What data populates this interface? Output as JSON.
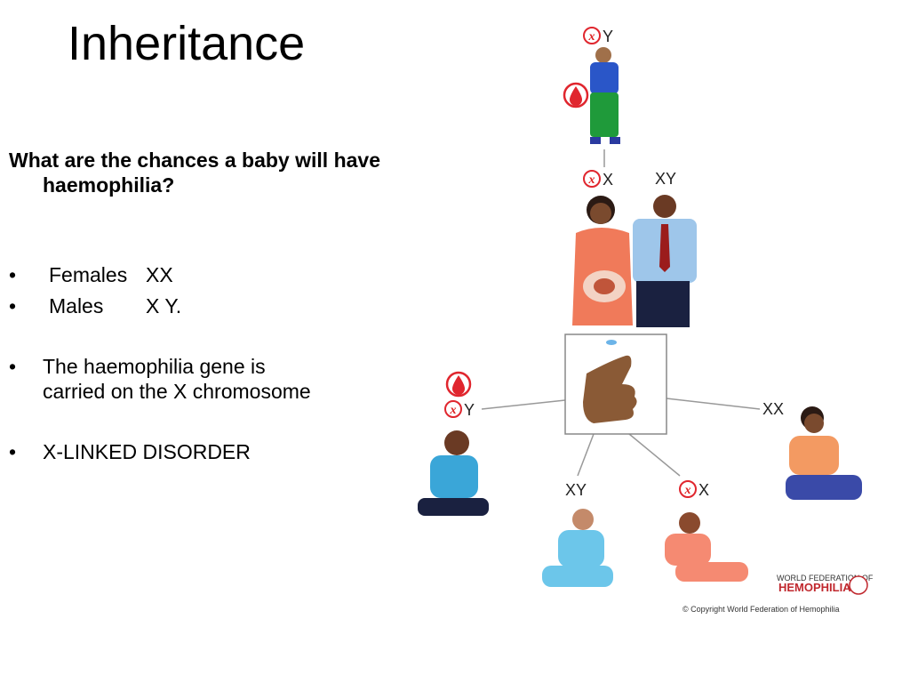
{
  "title": "Inheritance",
  "question": "What are the chances a baby will have haemophilia?",
  "bullets": [
    {
      "marker": "•",
      "label": "Females",
      "value": "XX"
    },
    {
      "marker": "•",
      "label": "Males",
      "value": "X Y."
    },
    {
      "marker": "•",
      "text_line1": "The haemophilia gene is",
      "text_line2": "carried on the X chromosome"
    },
    {
      "marker": "•",
      "text": "X-LINKED DISORDER"
    }
  ],
  "diagram": {
    "grandfather": {
      "chromosomes_suffix": "Y",
      "affected_icon": "blood-drop-icon"
    },
    "mother": {
      "chromosomes_suffix": "X"
    },
    "father": {
      "chromosomes": "XY"
    },
    "son_affected": {
      "chromosomes_suffix": "Y",
      "affected_icon": "blood-drop-icon"
    },
    "daughter_normal": {
      "chromosomes": "XX"
    },
    "son_normal": {
      "chromosomes": "XY"
    },
    "daughter_carrier": {
      "chromosomes_suffix": "X"
    },
    "carrier_marker_letter": "x",
    "accent_color": "#e0262e",
    "logo_text": "HEMOPHILIA",
    "logo_small_line": "WORLD FEDERATION OF",
    "copyright": "© Copyright World Federation of Hemophilia"
  }
}
